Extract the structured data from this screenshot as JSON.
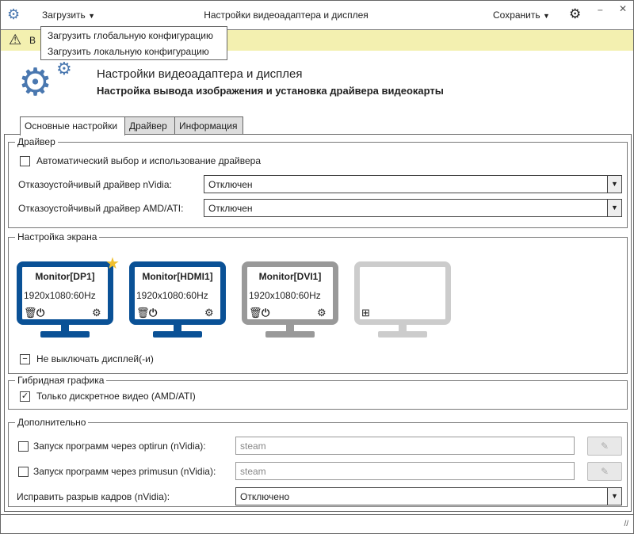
{
  "titlebar": {
    "load_label": "Загрузить",
    "title": "Настройки видеоадаптера и дисплея",
    "save_label": "Сохранить"
  },
  "load_menu": [
    "Загрузить глобальную конфигурацию",
    "Загрузить локальную конфигурацию"
  ],
  "warning": {
    "text": "В"
  },
  "header": {
    "title": "Настройки видеоадаптера и дисплея",
    "subtitle": "Настройка вывода изображения и установка драйвера видеокарты",
    "accent": "#4a78b0"
  },
  "tabs": [
    {
      "label": "Основные настройки",
      "active": true
    },
    {
      "label": "Драйвер"
    },
    {
      "label": "Информация"
    }
  ],
  "driver": {
    "legend": "Драйвер",
    "auto_label": "Автоматический выбор и использование драйвера",
    "auto_checked": false,
    "nvidia_label": "Отказоустойчивый драйвер nVidia:",
    "nvidia_value": "Отключен",
    "amd_label": "Отказоустойчивый драйвер AMD/ATI:",
    "amd_value": "Отключен"
  },
  "screen": {
    "legend": "Настройка экрана",
    "monitors": [
      {
        "name": "Monitor[DP1]",
        "res": "1920x1080:60Hz",
        "color": "#0a5196",
        "primary": true
      },
      {
        "name": "Monitor[HDMI1]",
        "res": "1920x1080:60Hz",
        "color": "#0a5196"
      },
      {
        "name": "Monitor[DVI1]",
        "res": "1920x1080:60Hz",
        "color": "#999999"
      }
    ],
    "keep_on_label": "Не выключать дисплей(-и)",
    "keep_on_state": "indeterminate"
  },
  "hybrid": {
    "legend": "Гибридная графика",
    "discrete_label": "Только дискретное видео (AMD/ATI)",
    "discrete_checked": true
  },
  "extra": {
    "legend": "Дополнительно",
    "optirun_label": "Запуск программ через optirun (nVidia):",
    "optirun_placeholder": "steam",
    "primusun_label": "Запуск программ через primusun (nVidia):",
    "primusun_placeholder": "steam",
    "tearing_label": "Исправить разрыв кадров (nVidia):",
    "tearing_value": "Отключено"
  }
}
